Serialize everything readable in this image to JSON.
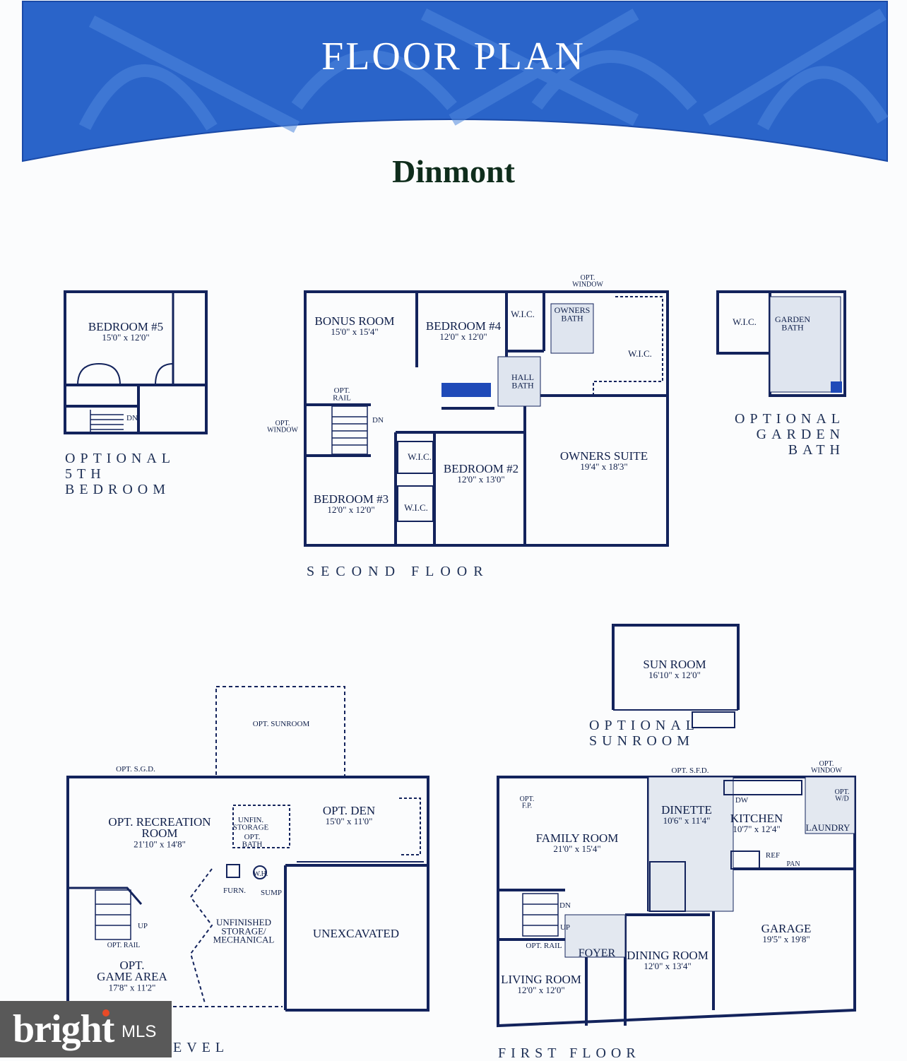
{
  "header": {
    "title": "FLOOR PLAN"
  },
  "model_name": "Dinmont",
  "section_labels": {
    "optional_5th_bedroom": "OPTIONAL\n5TH\nBEDROOM",
    "second_floor": "SECOND FLOOR",
    "optional_garden_bath": "OPTIONAL\nGARDEN\nBATH",
    "optional_sunroom": "OPTIONAL\nSUNROOM",
    "lower_level": "EVEL",
    "first_floor": "FIRST FLOOR"
  },
  "rooms": {
    "bedroom5": {
      "name": "BEDROOM #5",
      "size": "15'0\" x 12'0\""
    },
    "bonus_room": {
      "name": "BONUS ROOM",
      "size": "15'0\" x 15'4\""
    },
    "bedroom4": {
      "name": "BEDROOM #4",
      "size": "12'0\" x 12'0\""
    },
    "bedroom2": {
      "name": "BEDROOM #2",
      "size": "12'0\" x 13'0\""
    },
    "bedroom3": {
      "name": "BEDROOM #3",
      "size": "12'0\" x 12'0\""
    },
    "owners_suite": {
      "name": "OWNERS SUITE",
      "size": "19'4\" x 18'3\""
    },
    "sun_room": {
      "name": "SUN ROOM",
      "size": "16'10\" x 12'0\""
    },
    "opt_recreation_room": {
      "name": "OPT. RECREATION\nROOM",
      "size": "21'10\" x 14'8\""
    },
    "opt_den": {
      "name": "OPT. DEN",
      "size": "15'0\" x 11'0\""
    },
    "opt_game_area": {
      "name": "OPT.\nGAME AREA",
      "size": "17'8\" x 11'2\""
    },
    "family_room": {
      "name": "FAMILY ROOM",
      "size": "21'0\" x 15'4\""
    },
    "dinette": {
      "name": "DINETTE",
      "size": "10'6\" x 11'4\""
    },
    "kitchen": {
      "name": "KITCHEN",
      "size": "10'7\" x 12'4\""
    },
    "garage": {
      "name": "GARAGE",
      "size": "19'5\" x 19'8\""
    },
    "dining_room": {
      "name": "DINING ROOM",
      "size": "12'0\" x 13'4\""
    },
    "living_room": {
      "name": "LIVING ROOM",
      "size": "12'0\" x 12'0\""
    }
  },
  "small_labels": {
    "wic": "W.I.C.",
    "owners_bath": "OWNERS\nBATH",
    "hall_bath": "HALL\nBATH",
    "opt_window": "OPT.\nWINDOW",
    "opt_rail": "OPT.\nRAIL",
    "dn": "DN",
    "up": "UP",
    "garden_bath": "GARDEN\nBATH",
    "opt_sunroom": "OPT. SUNROOM",
    "opt_sgd": "OPT. S.G.D.",
    "opt_sfd": "OPT. S.F.D.",
    "unfin_storage": "UNFIN.\nSTORAGE",
    "opt_bath": "OPT.\nBATH",
    "furn": "FURN.",
    "wh": "W.H.",
    "sump": "SUMP",
    "unfinished_storage_mechanical": "UNFINISHED\nSTORAGE/\nMECHANICAL",
    "unexcavated": "UNEXCAVATED",
    "opt_rail_single": "OPT. RAIL",
    "opt_fp": "OPT.\nF.P.",
    "dw": "DW",
    "ref": "REF",
    "pan": "PAN",
    "laundry": "LAUNDRY",
    "opt_wd": "OPT.\nW/D",
    "foyer": "FOYER"
  },
  "logo": {
    "word": "bright",
    "suffix": "MLS"
  },
  "colors": {
    "header_blue": "#2a64c9",
    "header_light": "#4d86de",
    "wall": "#13235c",
    "accent": "#e84a27"
  }
}
